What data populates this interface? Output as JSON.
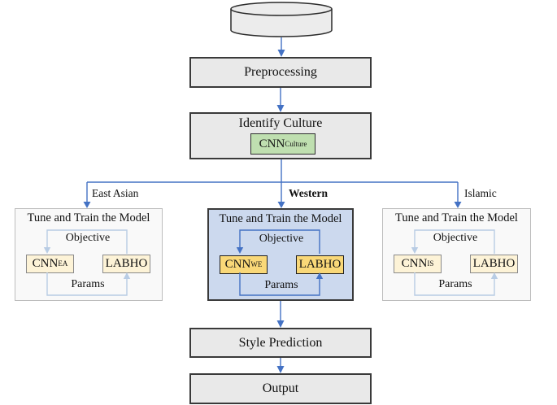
{
  "diagram": {
    "dataset_label": "Dataset",
    "preprocessing_label": "Preprocessing",
    "identify_culture_label": "Identify Culture",
    "cnn_culture": {
      "base": "CNN",
      "sub": "Culture"
    },
    "style_prediction_label": "Style Prediction",
    "output_label": "Output"
  },
  "branches": [
    {
      "name": "east-asian",
      "label": "East Asian",
      "box_title": "Tune and Train the Model",
      "objective_label": "Objective",
      "params_label": "Params",
      "cnn": {
        "base": "CNN",
        "sub": "EA"
      },
      "optimizer_label": "LABHO",
      "highlighted": false
    },
    {
      "name": "western",
      "label": "Western",
      "box_title": "Tune and Train the Model",
      "objective_label": "Objective",
      "params_label": "Params",
      "cnn": {
        "base": "CNN",
        "sub": "WE"
      },
      "optimizer_label": "LABHO",
      "highlighted": true
    },
    {
      "name": "islamic",
      "label": "Islamic",
      "box_title": "Tune and Train the Model",
      "objective_label": "Objective",
      "params_label": "Params",
      "cnn": {
        "base": "CNN",
        "sub": "IS"
      },
      "optimizer_label": "LABHO",
      "highlighted": false
    }
  ],
  "colors": {
    "arrow_blue": "#4472c4",
    "loop_light_blue": "#b8cce4",
    "process_fill": "#e9e9e9",
    "process_border": "#3a3a3a",
    "culture_green": "#bfdfb0",
    "active_box_fill": "#ccd9ee",
    "active_chip_yellow": "#f9d878",
    "inactive_box_fill": "#f9f9f9",
    "inactive_chip_cream": "#fdf3d7"
  }
}
